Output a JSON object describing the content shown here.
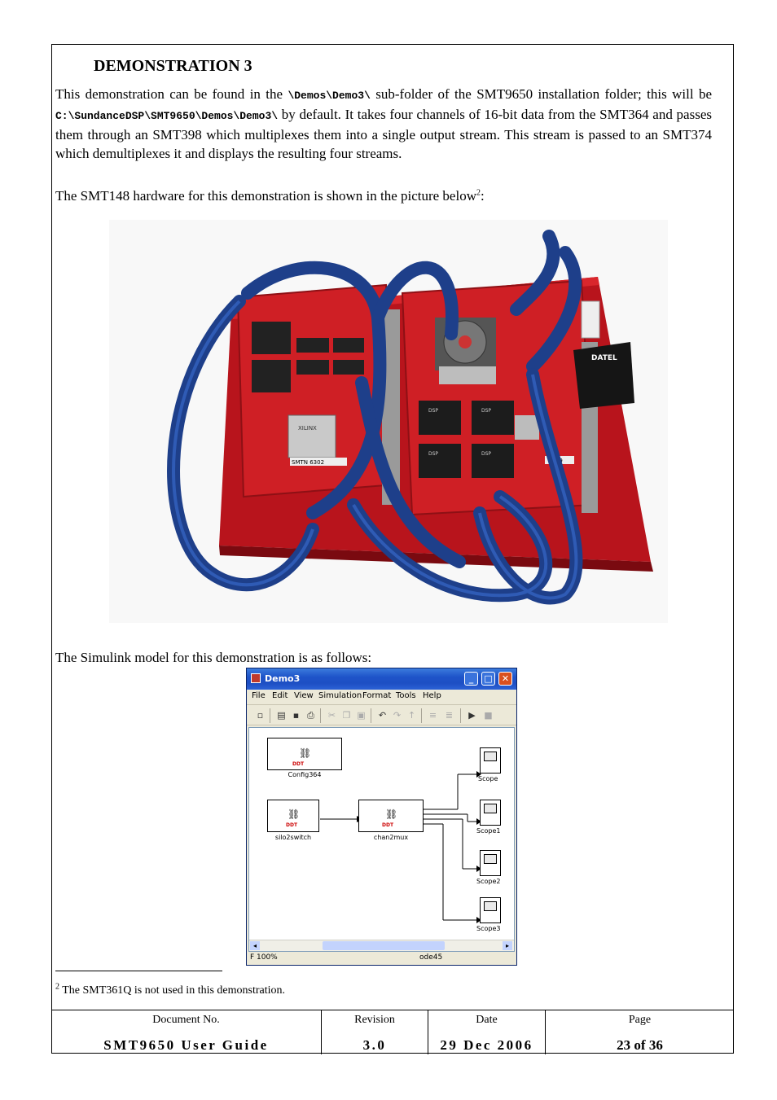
{
  "heading": "DEMONSTRATION 3",
  "intro": {
    "p1_a": "This demonstration can be found in the ",
    "p1_code1": "\\Demos\\Demo3\\",
    "p1_b": " sub-folder of the SMT9650 installation folder; this will be ",
    "p1_code2": "C:\\SundanceDSP\\SMT9650\\Demos\\Demo3\\",
    "p1_c": " by default. It takes four channels of 16-bit data from the SMT364 and passes them through an SMT398 which multiplexes them into a single output stream. This stream is passed to an SMT374 which demultiplexes it and displays the resulting four streams.",
    "p2": "The SMT148 hardware for this demonstration is shown in the picture below",
    "p2_sup": "2",
    "p2_end": ":"
  },
  "photo": {
    "chip_labels": [
      "XILINX",
      "SMTN 6302",
      "DSP",
      "DSP",
      "DSP",
      "DSP",
      "DATEL",
      "4349"
    ]
  },
  "simulink_intro": "The Simulink model for this demonstration is as follows:",
  "window": {
    "title": "Demo3",
    "menu": [
      "File",
      "Edit",
      "View",
      "Simulation",
      "Format",
      "Tools",
      "Help"
    ],
    "blocks": [
      {
        "label": "Config364",
        "badge": "DDT"
      },
      {
        "label": "silo2switch",
        "badge": "DDT"
      },
      {
        "label": "chan2mux",
        "badge": "DDT"
      }
    ],
    "scopes": [
      "Scope",
      "Scope1",
      "Scope2",
      "Scope3"
    ],
    "status": {
      "ready": "F",
      "zoom": "100%",
      "solver": "ode45"
    }
  },
  "footnote": {
    "number": "2",
    "text": " The SMT361Q is not used in this demonstration."
  },
  "footer": {
    "doc_label": "Document No.",
    "doc_value": "SMT9650 User Guide",
    "rev_label": "Revision",
    "rev_value": "3.0",
    "date_label": "Date",
    "date_value": "29 Dec 2006",
    "page_label": "Page",
    "page_value": "23 of 36"
  }
}
